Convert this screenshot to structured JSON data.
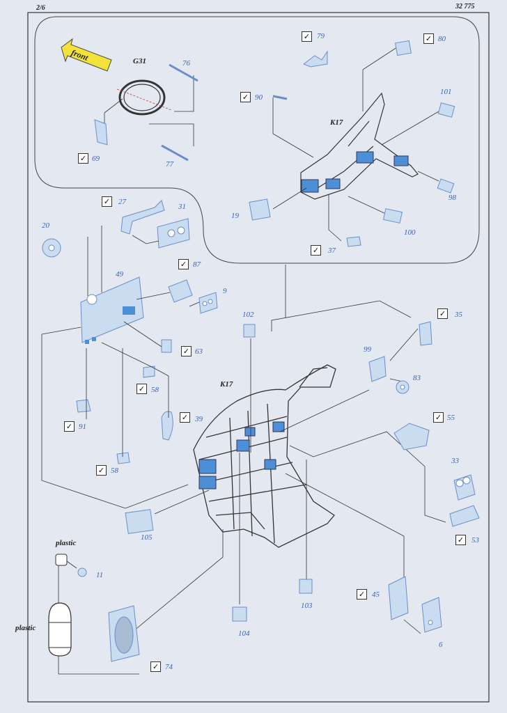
{
  "header": {
    "page": "2/6",
    "code": "32 775"
  },
  "front_label": "front",
  "assembly_tags": {
    "g31": "G31",
    "k17_top": "K17",
    "k17_main": "K17"
  },
  "material_labels": {
    "plastic_1": "plastic",
    "plastic_2": "plastic"
  },
  "check_glyph": "✓",
  "parts": {
    "p76": "76",
    "p69": "69",
    "p77": "77",
    "p79": "79",
    "p80": "80",
    "p90": "90",
    "p101": "101",
    "p98": "98",
    "p19": "19",
    "p100": "100",
    "p37": "37",
    "p27": "27",
    "p31": "31",
    "p20": "20",
    "p49": "49",
    "p87": "87",
    "p9": "9",
    "p63": "63",
    "p58a": "58",
    "p39": "39",
    "p91": "91",
    "p58b": "58",
    "p102": "102",
    "p35": "35",
    "p99": "99",
    "p83": "83",
    "p55": "55",
    "p33": "33",
    "p53": "53",
    "p105": "105",
    "p11": "11",
    "p104": "104",
    "p103": "103",
    "p45": "45",
    "p6": "6",
    "p74": "74"
  },
  "colors": {
    "etch_fill": "#c9dcf0",
    "etch_stroke": "#6a8ec8",
    "blue_panel": "#4d8fd6",
    "label": "#3b63b0",
    "arrow": "#f2e23a"
  }
}
